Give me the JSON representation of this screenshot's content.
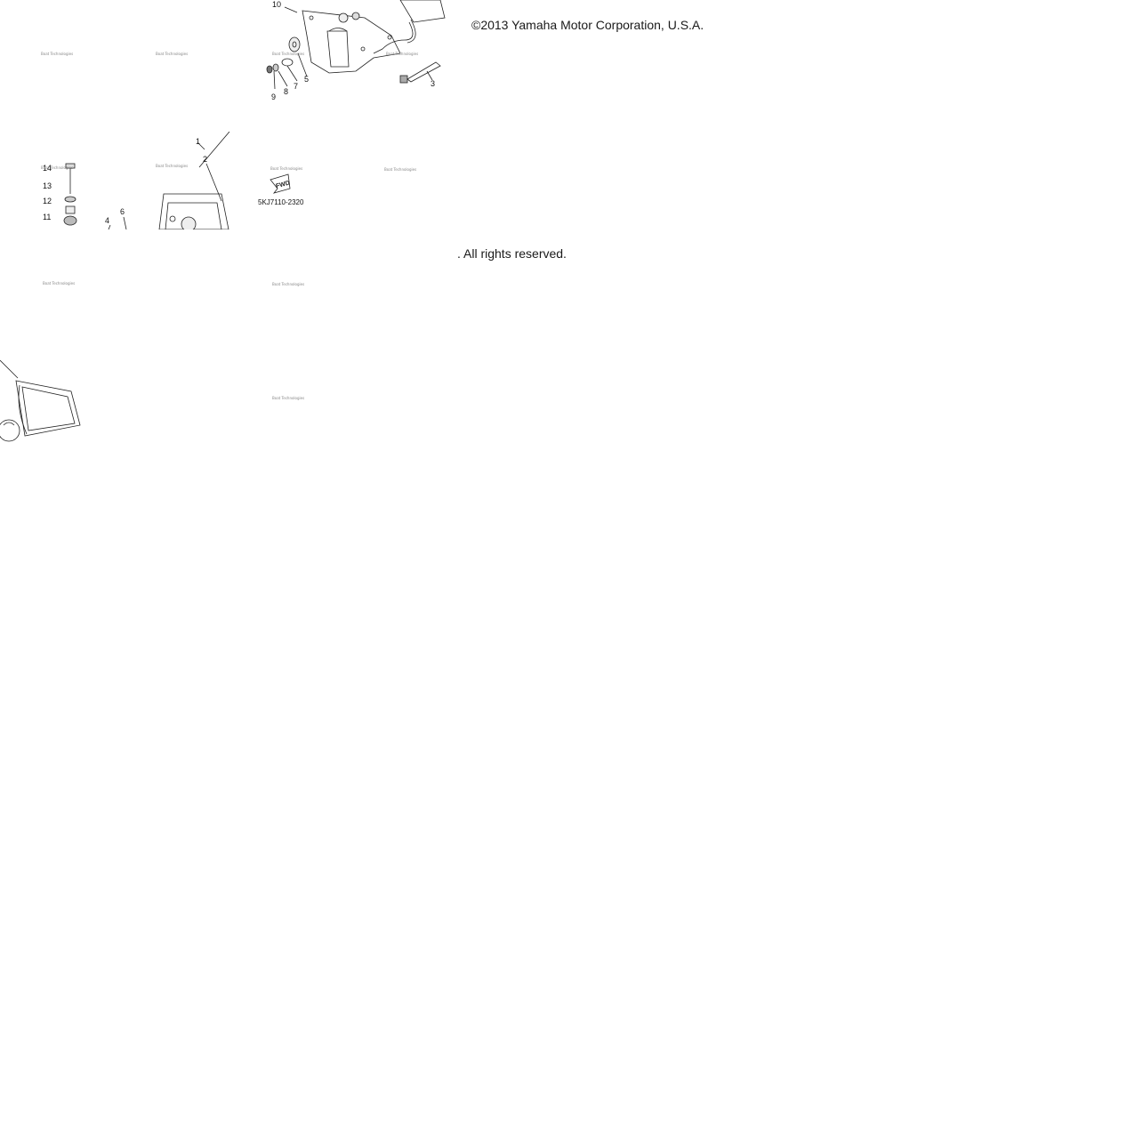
{
  "copyright": {
    "line1": "©2013 Yamaha Motor Corporation, U.S.A.",
    "line2": ". All rights reserved."
  },
  "diagram": {
    "part_code": "5KJ7110-2320",
    "fwd_label": "FWD",
    "callouts_top": [
      "10",
      "9",
      "8",
      "7",
      "5",
      "3"
    ],
    "callouts_mid": [
      "1",
      "2",
      "14",
      "13",
      "12",
      "11",
      "4",
      "6"
    ],
    "watermark": "Boat Technologies"
  },
  "colors": {
    "line": "#222222",
    "text": "#1a1a1a",
    "watermark": "#888888"
  }
}
